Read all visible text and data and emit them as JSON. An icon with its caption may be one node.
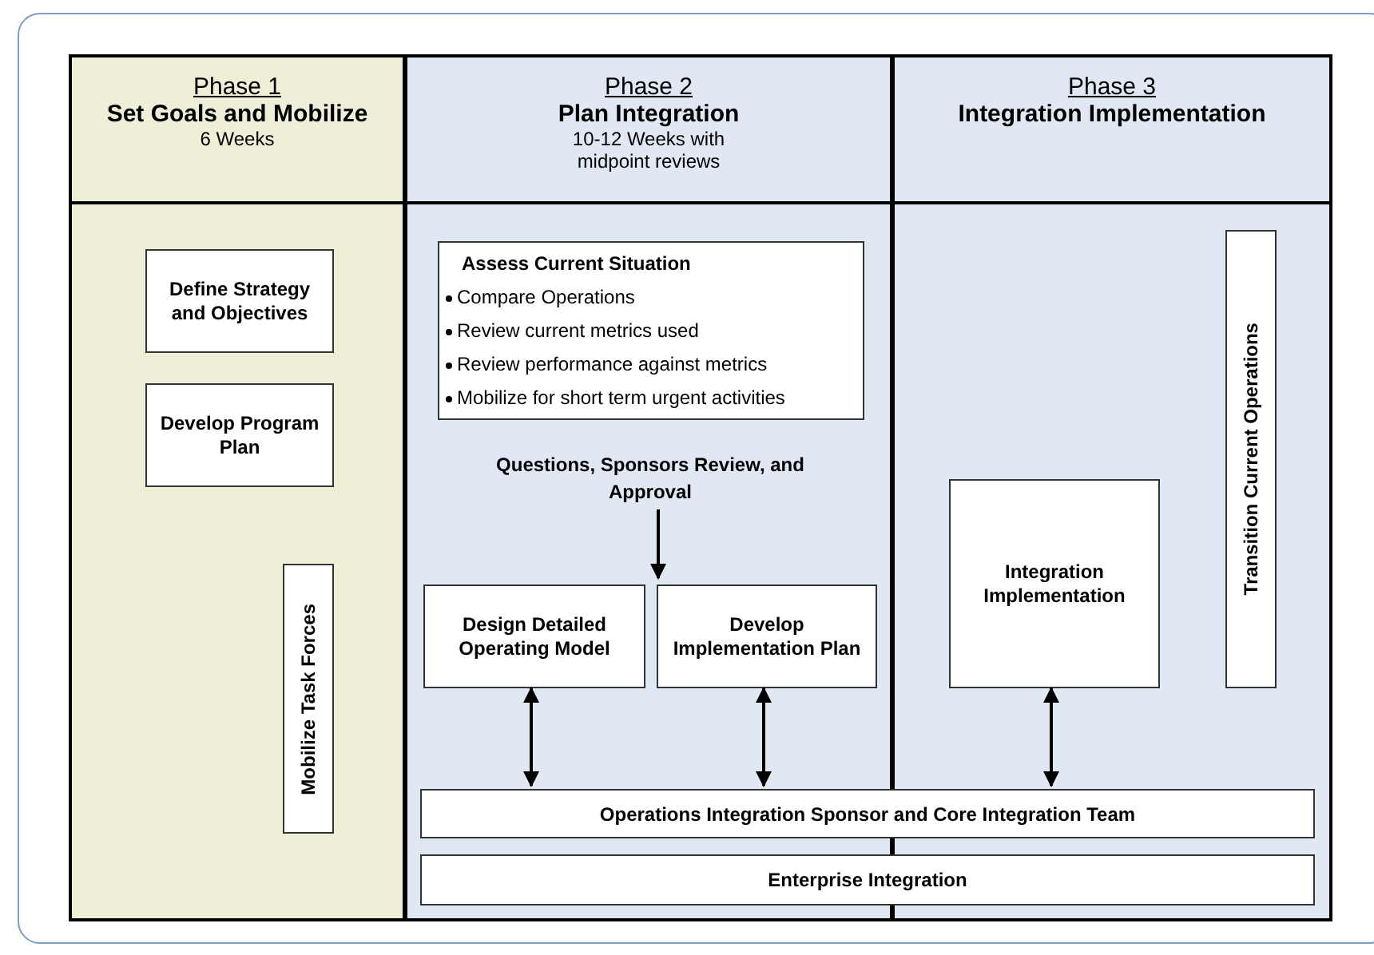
{
  "diagram": {
    "nodes": [
      {
        "text": [
          "Phase 1",
          "Set Goals and Mobilize",
          "6 Weeks"
        ]
      },
      {
        "text": [
          "Phase 2",
          "Plan Integration",
          "10-12 Weeks with midpoint reviews"
        ]
      },
      {
        "text": [
          "Phase 3",
          "Integration Implementation"
        ]
      },
      {
        "text": [
          "Define Strategy and Objectives"
        ],
        "in": 0
      },
      {
        "text": [
          "Develop Program Plan"
        ],
        "in": 0
      },
      {
        "text": [
          "Mobilize Task Forces"
        ],
        "in": 0
      },
      {
        "text": [
          "Assess Current Situation",
          "Compare Operations",
          "Review current metrics used",
          "Review performance against metrics",
          "Mobilize for short term urgent activities"
        ],
        "in": 1
      },
      {
        "text": [
          "Questions, Sponsors Review, and Approval"
        ],
        "in": 1
      },
      {
        "text": [
          "Design Detailed Operating Model"
        ],
        "in": 1
      },
      {
        "text": [
          "Develop Implementation Plan"
        ],
        "in": 1
      },
      {
        "text": [
          "Integration Implementation"
        ],
        "in": 2
      },
      {
        "text": [
          "Transition Current Operations"
        ],
        "in": 2
      },
      {
        "text": [
          "Operations Integration Sponsor and Core Integration Team"
        ]
      },
      {
        "text": [
          "Enterprise Integration"
        ]
      }
    ],
    "edges": [
      {
        "from": 7,
        "to": 9,
        "arrow": "to"
      },
      {
        "from": 8,
        "to": 12,
        "arrow": "both"
      },
      {
        "from": 9,
        "to": 12,
        "arrow": "both"
      },
      {
        "from": 10,
        "to": 12,
        "arrow": "both"
      }
    ]
  }
}
